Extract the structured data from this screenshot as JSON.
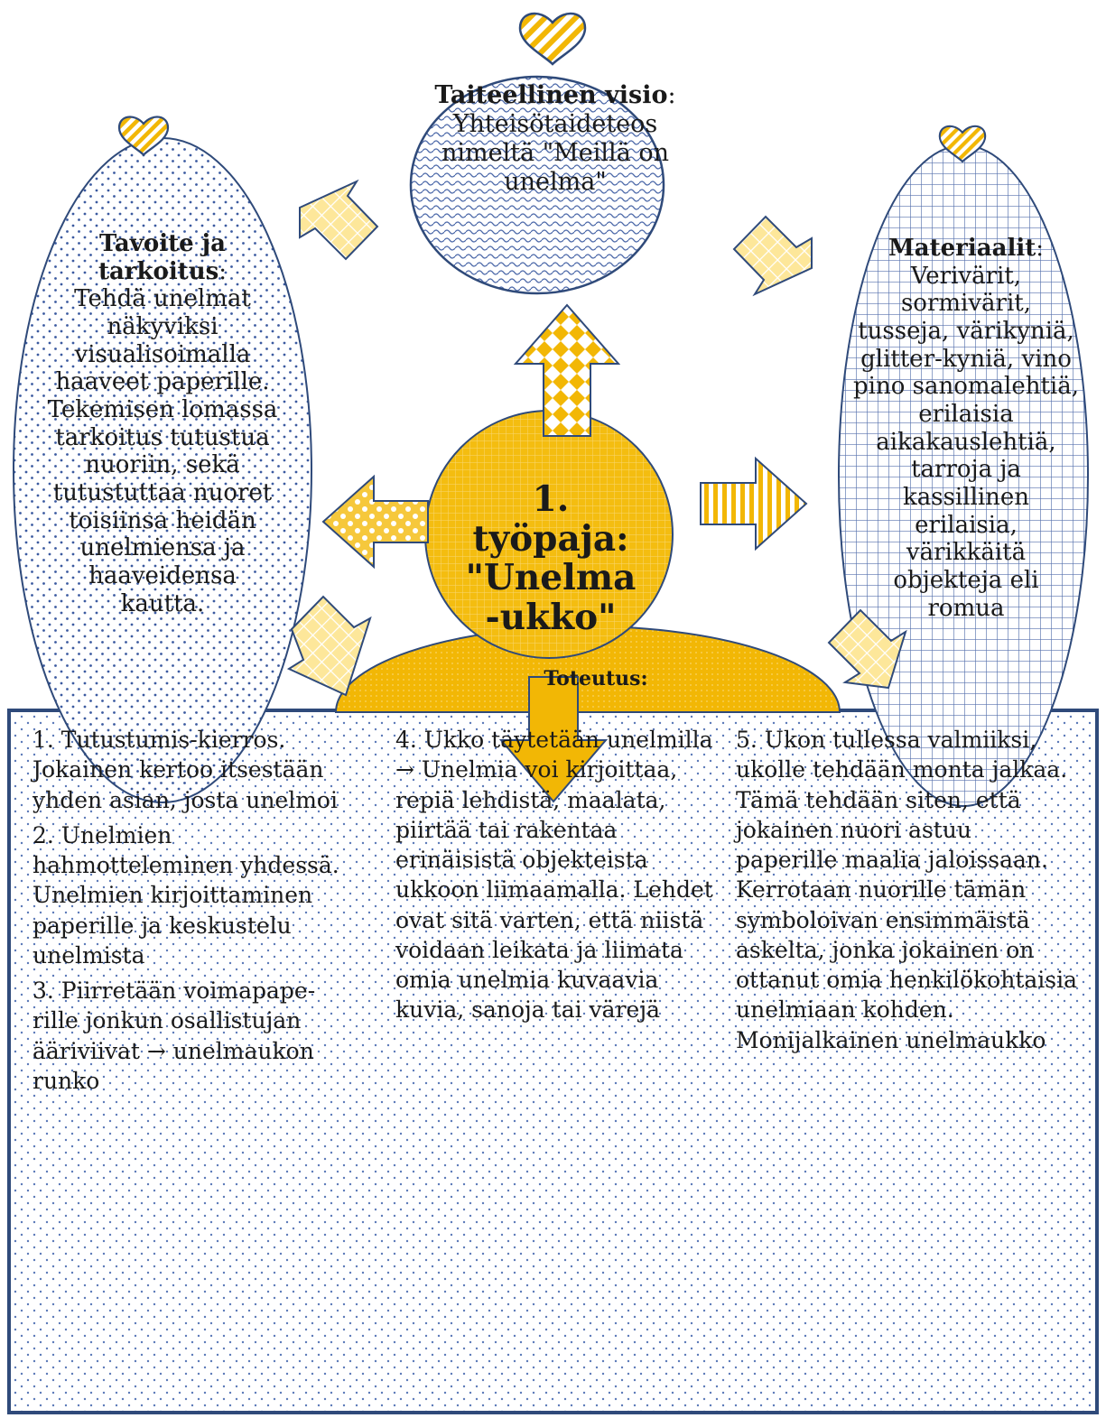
{
  "vision": {
    "title": "Taiteellinen visio",
    "body": "Yhteisötaideteos nimeltä \"Meillä on unelma\""
  },
  "goal": {
    "title": "Tavoite ja tarkoitus",
    "body": "Tehdä unelmat näkyviksi visualisoimalla haaveet paperille. Tekemisen lomassa tarkoitus tutustua nuoriin, sekä tutustuttaa nuoret toisiinsa heidän unelmiensa ja haaveidensa kautta."
  },
  "materials": {
    "title": "Materiaalit",
    "body": "Verivärit, sormivärit, tusseja, värikyniä, glitter-kyniä, vino pino sanomalehtiä, erilaisia aikakauslehtiä, tarroja ja kassillinen erilaisia, värikkäitä objekteja eli romua"
  },
  "center": {
    "line1": "1.",
    "line2": "työpaja:",
    "line3": "\"Unelma",
    "line4": "-ukko\""
  },
  "implementation": {
    "title": "Toteutus:",
    "step1": "1. Tutustumis-kierros. Jokainen kertoo itsestään yhden asian, josta unelmoi",
    "step2": "2. Unelmien hahmotteleminen yhdessä. Unelmien kirjoittaminen paperille ja keskustelu unelmista",
    "step3": "3. Piirretään voimapape-rille jonkun osallistujan ääriviivat → unelmaukon runko",
    "step4": "4. Ukko täytetään unelmilla → Unelmia voi kirjoittaa, repiä lehdistä, maalata, piirtää tai rakentaa erinäisistä objekteista ukkoon liimaamalla. Lehdet ovat sitä varten, että niistä voidaan leikata ja liimata omia unelmia kuvaavia kuvia, sanoja tai värejä",
    "step5": "5. Ukon tullessa valmiiksi, ukolle tehdään monta jalkaa. Tämä tehdään siten, että jokainen nuori astuu paperille maalia jaloissaan. Kerrotaan nuorille tämän symboloivan ensimmäistä askelta, jonka jokainen on ottanut omia henkilökohtaisia unelmiaan kohden. Monijalkainen unelmaukko"
  },
  "colors": {
    "gold": "#f2b705",
    "light_gold": "#fde79a",
    "navy": "#2f4a7a",
    "blue_dot": "#3b5aa0"
  }
}
